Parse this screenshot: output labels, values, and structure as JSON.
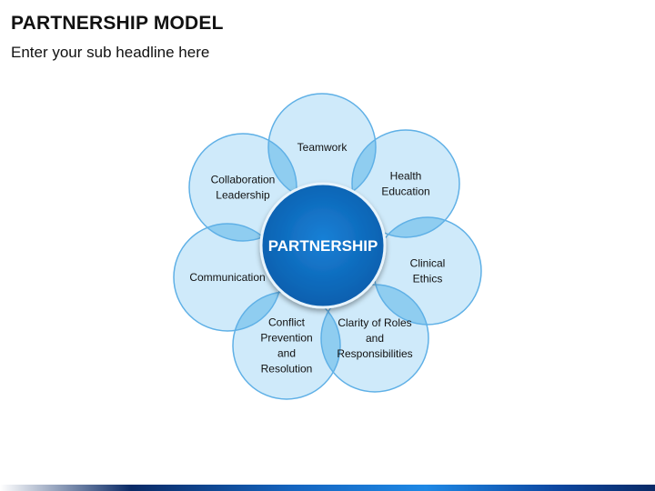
{
  "header": {
    "title": "PARTNERSHIP MODEL",
    "subtitle": "Enter your sub headline here"
  },
  "diagram": {
    "hub": {
      "label": "PARTNERSHIP"
    },
    "petals": [
      {
        "id": "teamwork",
        "lines": [
          "Teamwork"
        ]
      },
      {
        "id": "health-education",
        "lines": [
          "Health",
          "Education"
        ]
      },
      {
        "id": "clinical-ethics",
        "lines": [
          "Clinical",
          "Ethics"
        ]
      },
      {
        "id": "clarity-of-roles",
        "lines": [
          "Clarity of Roles",
          "and",
          "Responsibilities"
        ]
      },
      {
        "id": "conflict-prevention",
        "lines": [
          "Conflict",
          "Prevention",
          "and",
          "Resolution"
        ]
      },
      {
        "id": "communication",
        "lines": [
          "Communication"
        ]
      },
      {
        "id": "collaboration-leadership",
        "lines": [
          "Collaboration",
          "Leadership"
        ]
      }
    ]
  },
  "colors": {
    "petal_fill": "#c7e6f9",
    "petal_stroke": "#5fb0e6",
    "overlap_fill": "#8fcdf0",
    "hub_fill": "#0a6fc2",
    "hub_stroke": "#e8f4fc"
  }
}
